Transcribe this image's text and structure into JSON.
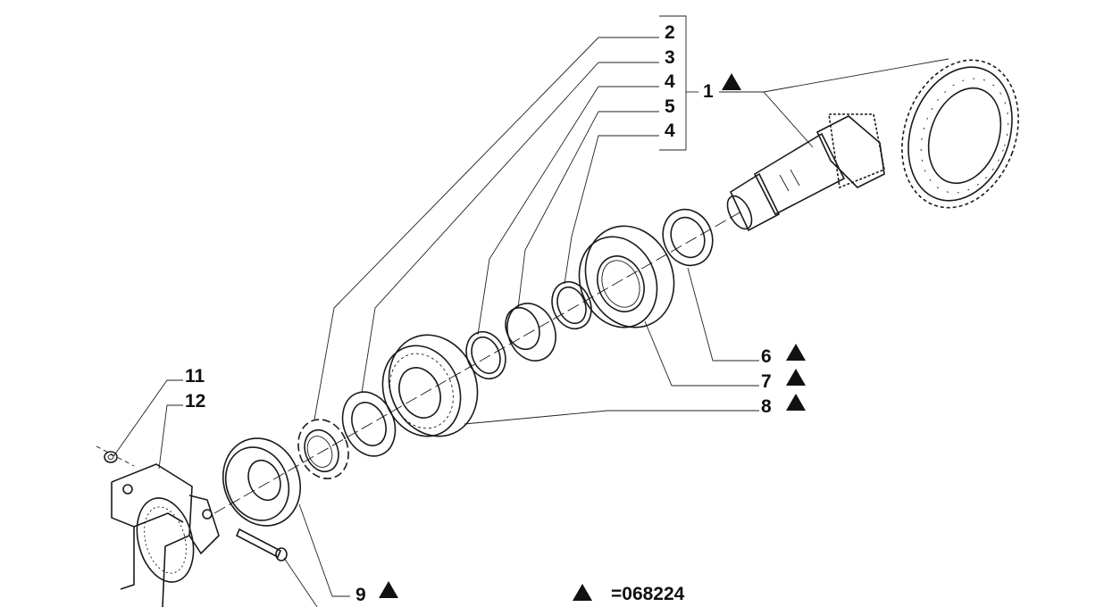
{
  "callouts": {
    "c1": "1",
    "c2": "2",
    "c3": "3",
    "c4a": "4",
    "c5": "5",
    "c4b": "4",
    "c6": "6",
    "c7": "7",
    "c8": "8",
    "c9": "9",
    "c11": "11",
    "c12": "12"
  },
  "legend": {
    "code": "=068224"
  },
  "icons": {
    "marker": "triangle-marker-icon"
  },
  "colors": {
    "ink": "#111111",
    "background": "#ffffff"
  }
}
